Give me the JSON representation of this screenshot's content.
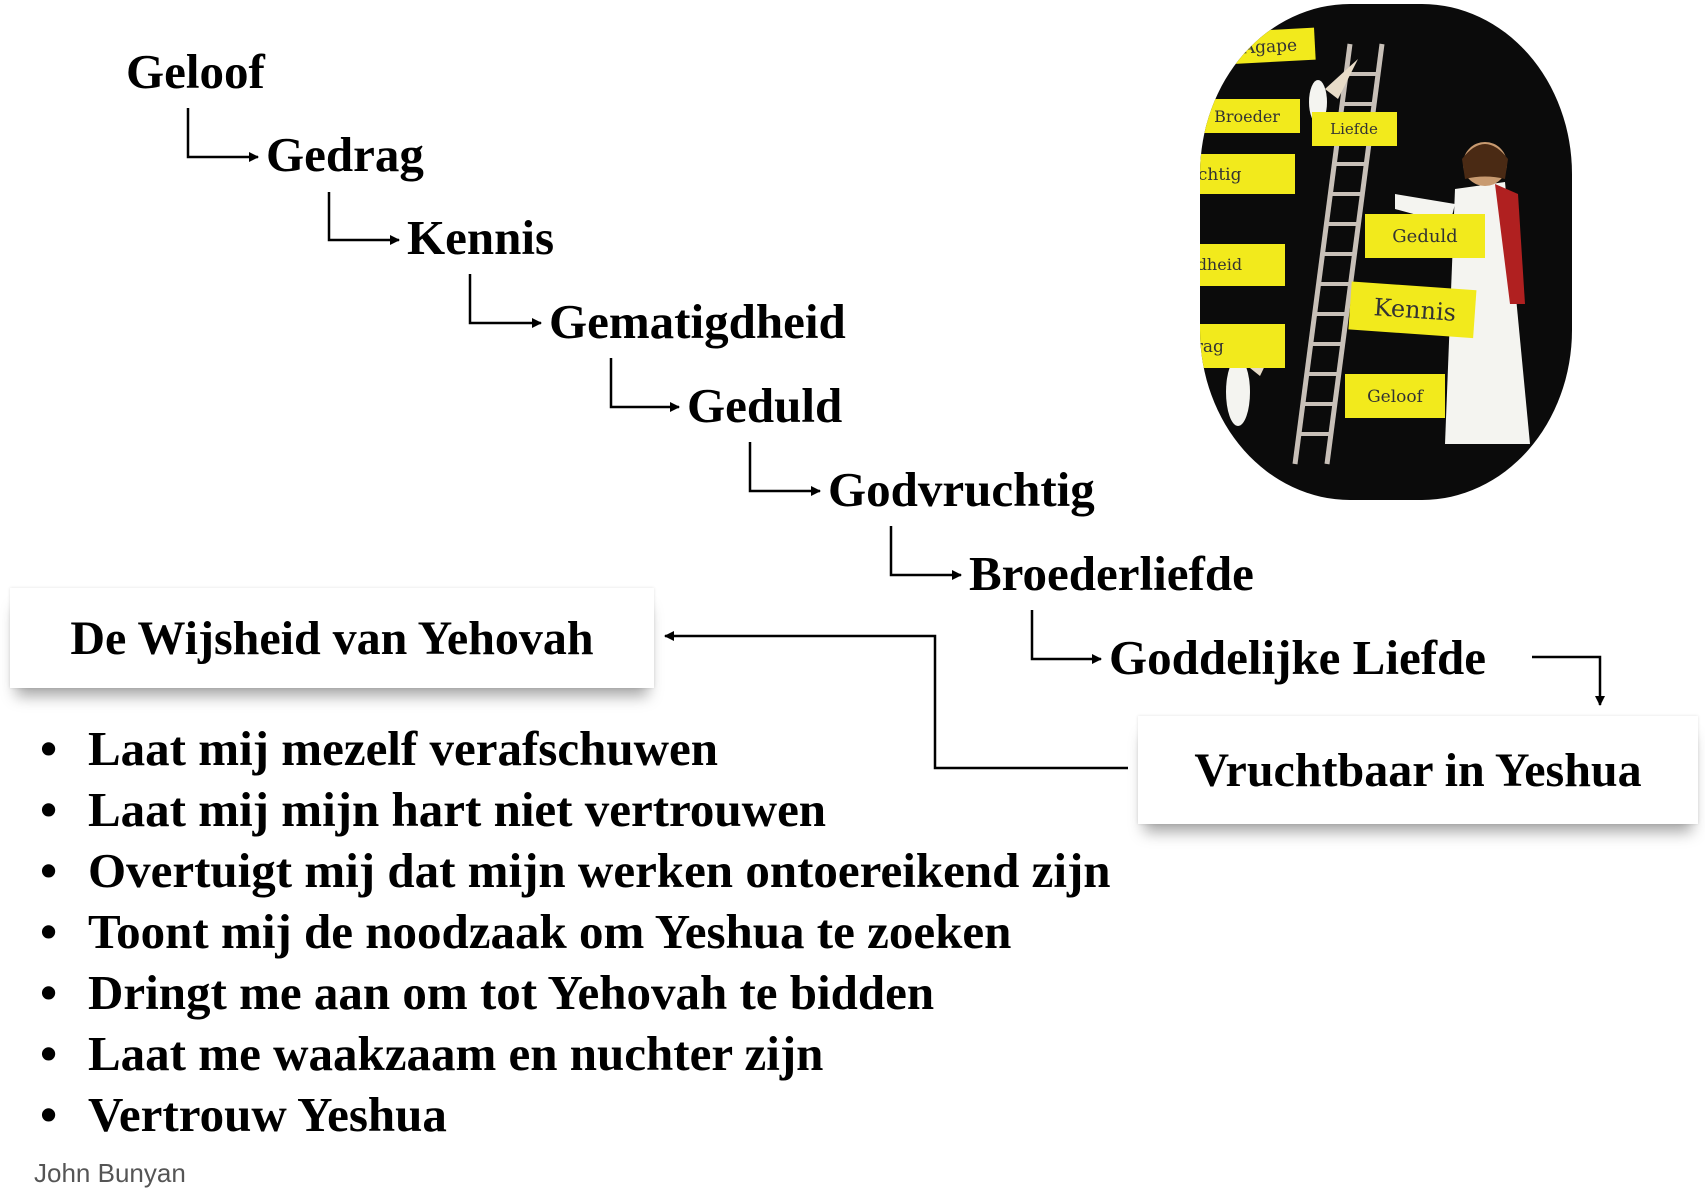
{
  "steps": [
    "Geloof",
    "Gedrag",
    "Kennis",
    "Gematigdheid",
    "Geduld",
    "Godvruchtig",
    "Broederliefde",
    "Goddelijke Liefde"
  ],
  "callouts": {
    "wisdom": "De Wijsheid van Yehovah",
    "fruitful": "Vruchtbaar in Yeshua"
  },
  "bullets": [
    "Laat mij mezelf verafschuwen",
    "Laat mij mijn hart niet vertrouwen",
    "Overtuigt mij dat mijn werken ontoereikend zijn",
    "Toont mij de noodzaak om Yeshua te zoeken",
    "Dringt me aan om tot Yehovah te bidden",
    "Laat me waakzaam en nuchter zijn",
    "Vertrouw Yeshua"
  ],
  "bullet_symbol": "•",
  "footer": "John Bunyan",
  "ladder_image": {
    "labels": {
      "agape": "Agape",
      "broeder": "Broeder",
      "liefde": "Liefde",
      "godvruchtig": "Godvruchtig",
      "geduld": "Geduld",
      "gematigdheid": "Gematigdheid",
      "kennis": "Kennis",
      "gedrag": "Gedrag",
      "geloof": "Geloof"
    },
    "colors": {
      "background": "#0b0b0b",
      "tag": "#f2ea1c",
      "robe": "#f4f4f0",
      "sash": "#b02020"
    }
  }
}
